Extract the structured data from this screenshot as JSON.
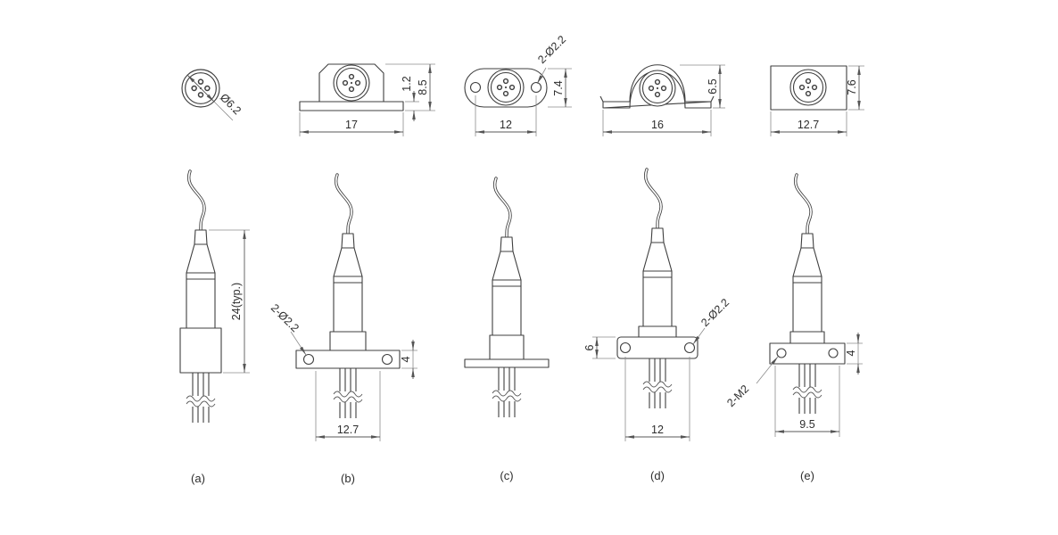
{
  "figure": {
    "views": [
      {
        "id": "a",
        "caption": "(a)",
        "dims": {
          "top_diameter": "Ø6.2",
          "side_height": "24(typ.)"
        }
      },
      {
        "id": "b",
        "caption": "(b)",
        "dims": {
          "top_width": "17",
          "top_lip": "1.2",
          "top_height": "8.5",
          "side_holes": "2-Ø2.2",
          "side_flange_width": "12.7",
          "side_flange_thickness": "4"
        }
      },
      {
        "id": "c",
        "caption": "(c)",
        "dims": {
          "top_holes": "2-Ø2.2",
          "top_width": "12",
          "top_height": "7.4"
        }
      },
      {
        "id": "d",
        "caption": "(d)",
        "dims": {
          "top_width": "16",
          "top_height": "6.5",
          "side_flange_height": "6",
          "side_holes": "2-Ø2.2",
          "side_width": "12"
        }
      },
      {
        "id": "e",
        "caption": "(e)",
        "dims": {
          "top_width": "12.7",
          "top_height": "7.6",
          "side_thread": "2-M2",
          "side_width": "9.5",
          "side_flange_thickness": "4"
        }
      }
    ]
  }
}
